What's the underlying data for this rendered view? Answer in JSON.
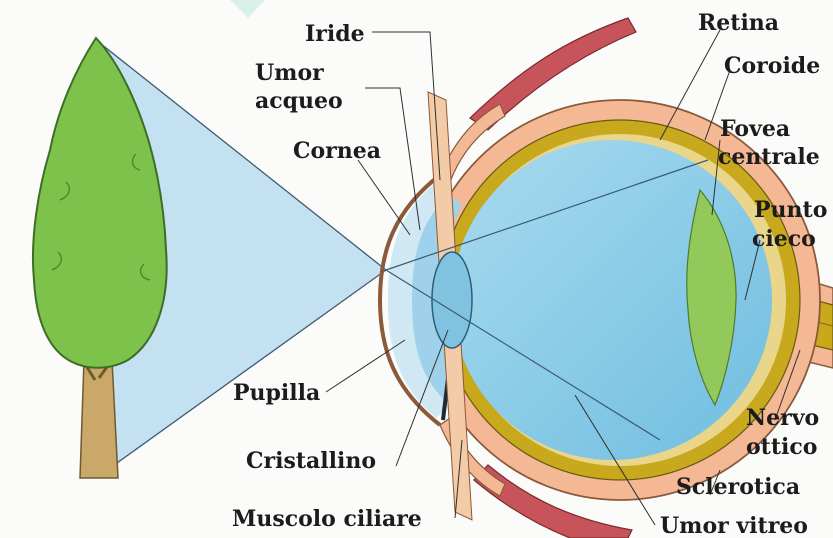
{
  "labels": {
    "iride": "Iride",
    "umor_acqueo_1": "Umor",
    "umor_acqueo_2": "acqueo",
    "cornea": "Cornea",
    "pupilla": "Pupilla",
    "cristallino": "Cristallino",
    "muscolo_ciliare": "Muscolo ciliare",
    "retina": "Retina",
    "coroide": "Coroide",
    "fovea_1": "Fovea",
    "fovea_2": "centrale",
    "punto_1": "Punto",
    "punto_2": "cieco",
    "nervo_1": "Nervo",
    "nervo_2": "ottico",
    "sclerotica": "Sclerotica",
    "umor_vitreo": "Umor vitreo"
  },
  "colors": {
    "sky": "#b9dcef",
    "tree_foliage": "#7cc24b",
    "tree_trunk": "#c9a86a",
    "sclera": "#f4b894",
    "choroid": "#c8a81c",
    "vitreous": "#8fcde8",
    "lens": "#7fc3e0",
    "muscle": "#c7545a",
    "retina_green": "#93c85a",
    "nerve": "#c9a81c"
  }
}
